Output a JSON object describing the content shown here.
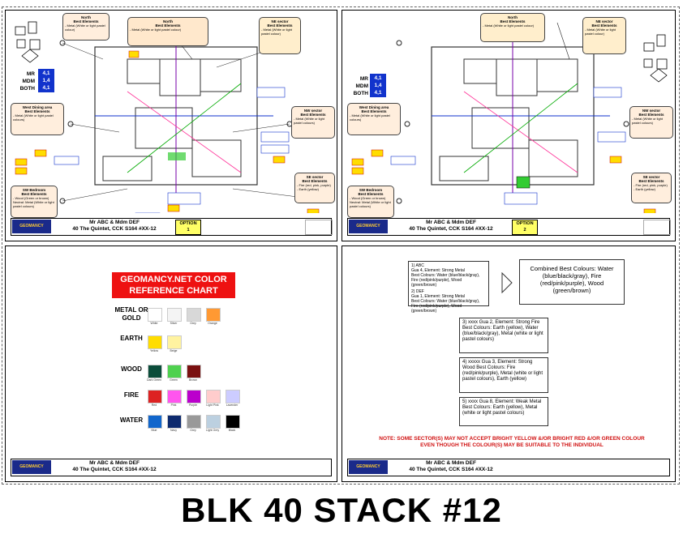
{
  "page_title": "BLK 40 STACK #12",
  "title_block": {
    "client": "Mr ABC & Mdm DEF",
    "address": "40 The Quintet, CCK S164 #XX-12",
    "logo_text": "GEOMANCY"
  },
  "options": [
    {
      "label": "OPTION",
      "number": "1"
    },
    {
      "label": "OPTION",
      "number": "2"
    }
  ],
  "floorplan": {
    "notes": [
      {
        "title": "North",
        "sub": "Best Elements",
        "text": "- Metal (White or light pastel colour)"
      },
      {
        "title": "NE sector",
        "sub": "Best Elements",
        "text": "- Metal (White or light pastel colour)"
      },
      {
        "title": "West Dining area",
        "sub": "Best Elements",
        "text": "- Metal (White or light pastel colours)"
      },
      {
        "title": "NW sector",
        "sub": "Best Elements",
        "text": "- Metal (White or light pastel colours)"
      },
      {
        "title": "SW Bedroom",
        "sub": "Best Elements",
        "text": "- Wood (Green or brown) Neutral: Metal (White or light pastel colours)"
      },
      {
        "title": "SE sector",
        "sub": "Best Elements",
        "text": "- Fire (red, pink, purple) - Earth (yellow)"
      }
    ],
    "gua_left": [
      "MR",
      "MDM",
      "BOTH"
    ],
    "gua_vals": [
      "4,1",
      "1,4",
      "4,1"
    ]
  },
  "color_chart": {
    "title_line1": "GEOMANCY.NET COLOR",
    "title_line2": "REFERENCE CHART",
    "rows": [
      {
        "label": "METAL OR GOLD",
        "swatches": [
          {
            "c": "#ffffff",
            "n": "White"
          },
          {
            "c": "#f4f4f4",
            "n": "Silver"
          },
          {
            "c": "#d8d8d8",
            "n": "Grey"
          },
          {
            "c": "#ff9933",
            "n": "Orange"
          }
        ]
      },
      {
        "label": "EARTH",
        "swatches": [
          {
            "c": "#ffdd00",
            "n": "Yellow"
          },
          {
            "c": "#fff3a0",
            "n": "Beige"
          }
        ]
      },
      {
        "label": "WOOD",
        "swatches": [
          {
            "c": "#0b4d3a",
            "n": "Dark Green"
          },
          {
            "c": "#4fd14f",
            "n": "Green"
          },
          {
            "c": "#7a1010",
            "n": "Brown"
          }
        ]
      },
      {
        "label": "FIRE",
        "swatches": [
          {
            "c": "#dd2222",
            "n": "Red"
          },
          {
            "c": "#ff55ee",
            "n": "Pink"
          },
          {
            "c": "#bb00cc",
            "n": "Purple"
          },
          {
            "c": "#ffcccc",
            "n": "Light Pink"
          },
          {
            "c": "#ccccff",
            "n": "Lavender"
          }
        ]
      },
      {
        "label": "WATER",
        "swatches": [
          {
            "c": "#1166cc",
            "n": "Blue"
          },
          {
            "c": "#0d2a6e",
            "n": "Navy"
          },
          {
            "c": "#999999",
            "n": "Grey"
          },
          {
            "c": "#bcd0e0",
            "n": "Light Grey"
          },
          {
            "c": "#000000",
            "n": "Black"
          }
        ]
      }
    ]
  },
  "guidance": {
    "box1": {
      "line1": "1) ABC",
      "line2": "Gua 4, Element: Strong Metal",
      "line3": "Best Colours: Water (blue/black/gray), Fire (red/pink/purple), Wood (green/brown)",
      "line4": "2) DEF",
      "line5": "Gua 1, Element: Strong Metal",
      "line6": "Best Colours: Water (blue/black/gray), Fire (red/pink/purple), Wood (green/brown)"
    },
    "combined": "Combined Best Colours: Water (blue/black/gray), Fire (red/pink/purple), Wood (green/brown)",
    "box3": "3) xxxx Gua 2, Element: Strong Fire Best Colours: Earth (yellow), Water (blue/black/gray), Metal (white or light pastel colours)",
    "box4": "4) xxxxx Gua 3, Element: Strong Wood Best Colours: Fire (red/pink/purple), Metal (white or light pastel colours), Earth (yellow)",
    "box5": "5) xxxx Gua 8, Element: Weak Metal Best Colours: Earth (yellow), Metal (white or light pastel colours)",
    "note_line1": "NOTE: SOME SECTOR(S) MAY NOT ACCEPT BRIGHT YELLOW &/OR BRIGHT RED &/OR GREEN COLOUR",
    "note_line2": "EVEN THOUGH THE COLOUR(S) MAY BE SUITABLE TO THE INDIVIDUAL"
  }
}
